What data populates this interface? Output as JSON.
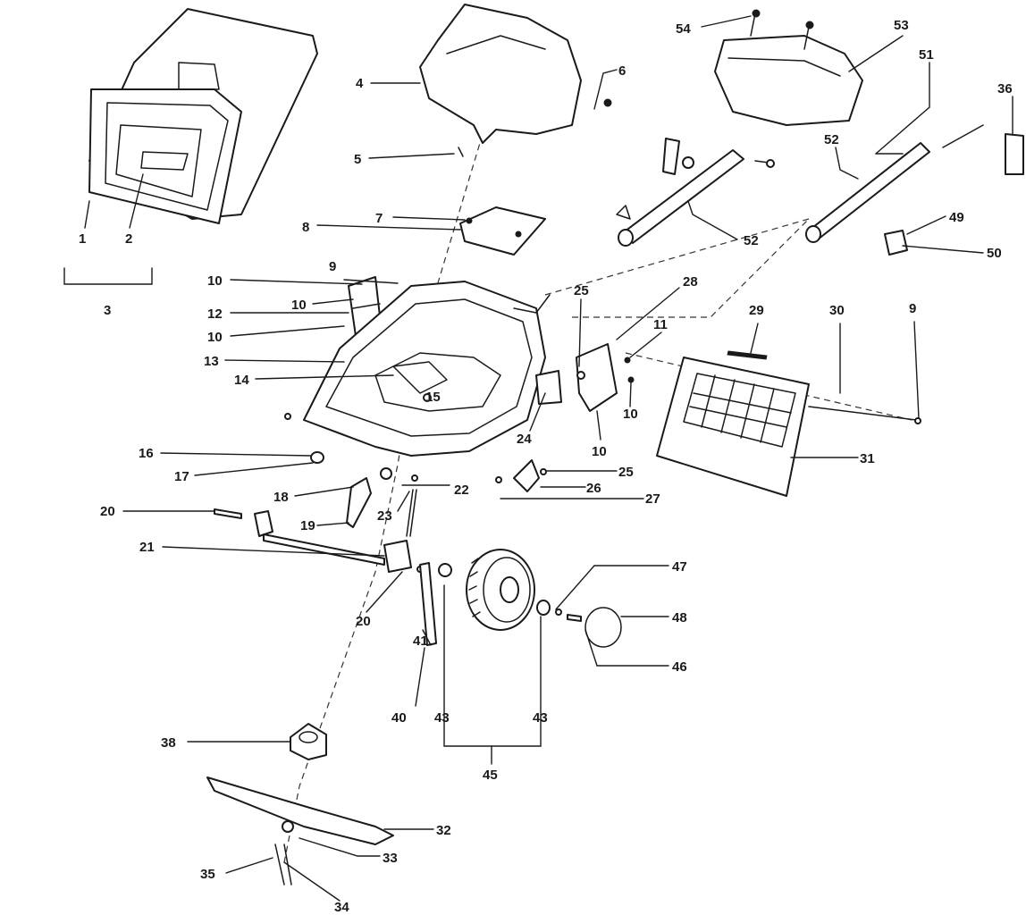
{
  "callouts": {
    "c1": "1",
    "c2": "2",
    "c3": "3",
    "c4": "4",
    "c5": "5",
    "c6": "6",
    "c7": "7",
    "c8": "8",
    "c9a": "9",
    "c9b": "9",
    "c10a": "10",
    "c10b": "10",
    "c10c": "10",
    "c10d": "10",
    "c10e": "10",
    "c11": "11",
    "c12": "12",
    "c13": "13",
    "c14": "14",
    "c15": "15",
    "c16": "16",
    "c17": "17",
    "c18": "18",
    "c19": "19",
    "c20a": "20",
    "c20b": "20",
    "c21": "21",
    "c22": "22",
    "c23": "23",
    "c24": "24",
    "c25a": "25",
    "c25b": "25",
    "c26": "26",
    "c27": "27",
    "c28": "28",
    "c29": "29",
    "c30": "30",
    "c31": "31",
    "c32": "32",
    "c33": "33",
    "c34": "34",
    "c35": "35",
    "c36": "36",
    "c38": "38",
    "c40": "40",
    "c41": "41",
    "c43a": "43",
    "c43b": "43",
    "c45": "45",
    "c46": "46",
    "c47": "47",
    "c48": "48",
    "c49": "49",
    "c50": "50",
    "c51": "51",
    "c52a": "52",
    "c52b": "52",
    "c53": "53",
    "c54": "54"
  },
  "colors": {
    "ink": "#1a1a1a",
    "paper": "#ffffff"
  }
}
